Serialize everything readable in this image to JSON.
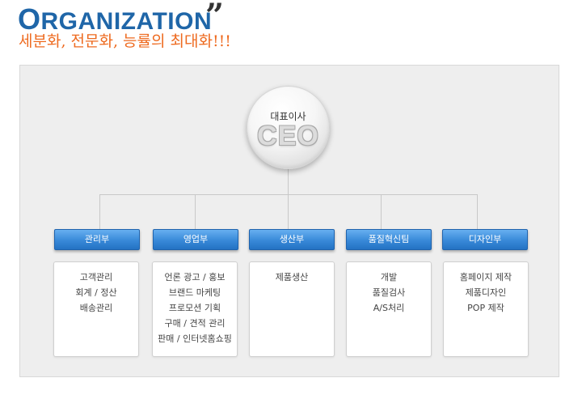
{
  "header": {
    "title_first": "O",
    "title_rest": "RGANIZATION",
    "quote_mark": "”",
    "subtitle": "세분화, 전문화, 능률의 최대화!!!"
  },
  "ceo": {
    "role": "대표이사",
    "name": "CEO"
  },
  "departments": [
    {
      "name": "관리부",
      "tasks": [
        "고객관리",
        "회계 / 정산",
        "배송관리"
      ]
    },
    {
      "name": "영업부",
      "tasks": [
        "언론 광고 / 홍보",
        "브랜드 마케팅",
        "프로모션 기획",
        "구매 / 견적 관리",
        "판매 / 인터넷홈쇼핑"
      ]
    },
    {
      "name": "생산부",
      "tasks": [
        "제품생산"
      ]
    },
    {
      "name": "품질혁신팀",
      "tasks": [
        "개발",
        "품질검사",
        "A/S처리"
      ]
    },
    {
      "name": "디자인부",
      "tasks": [
        "홈페이지 제작",
        "제품디자인",
        "POP 제작"
      ]
    }
  ],
  "colors": {
    "title": "#1f66a8",
    "subtitle": "#ee6a1f",
    "dept_button": "#3889d8"
  }
}
